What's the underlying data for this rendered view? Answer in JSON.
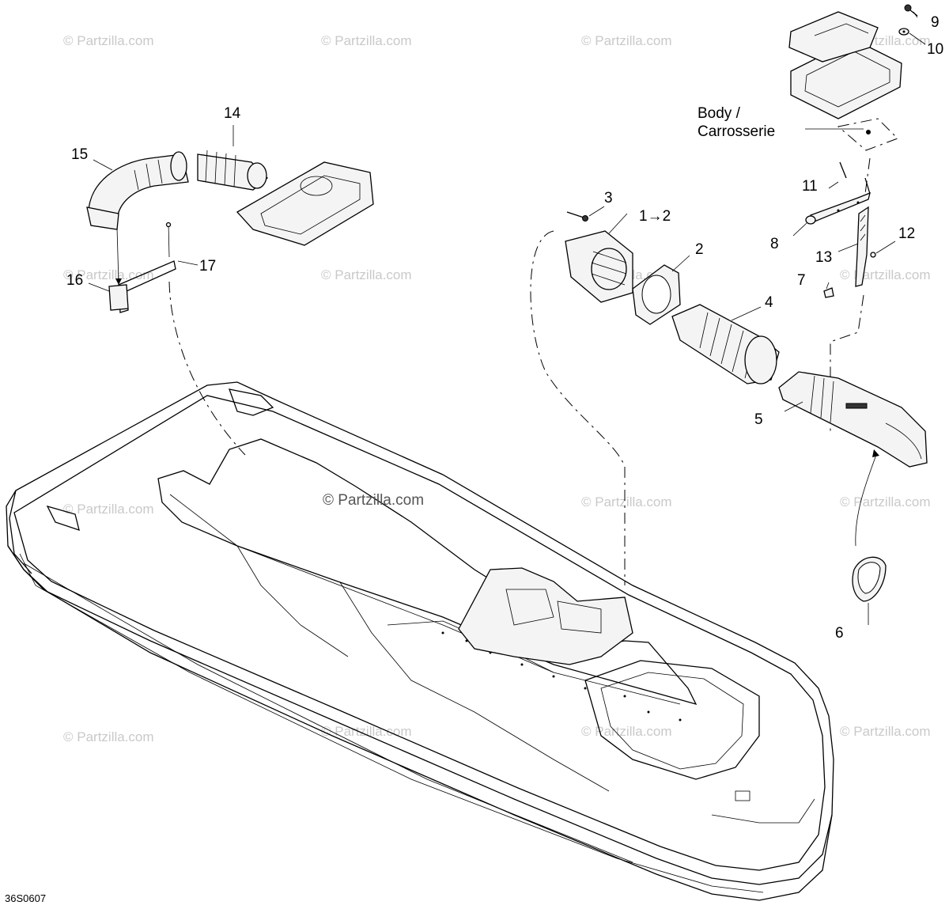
{
  "diagram": {
    "code": "36S0607",
    "body_label_line1": "Body /",
    "body_label_line2": "Carrosserie",
    "center_watermark": "© Partzilla.com",
    "watermark_text": "© Partzilla.com",
    "callouts": {
      "c1": "1→2",
      "c2": "2",
      "c3": "3",
      "c4": "4",
      "c5": "5",
      "c6": "6",
      "c7": "7",
      "c8": "8",
      "c9": "9",
      "c10": "10",
      "c11": "11",
      "c12": "12",
      "c13": "13",
      "c14": "14",
      "c15": "15",
      "c16": "16",
      "c17": "17"
    }
  }
}
